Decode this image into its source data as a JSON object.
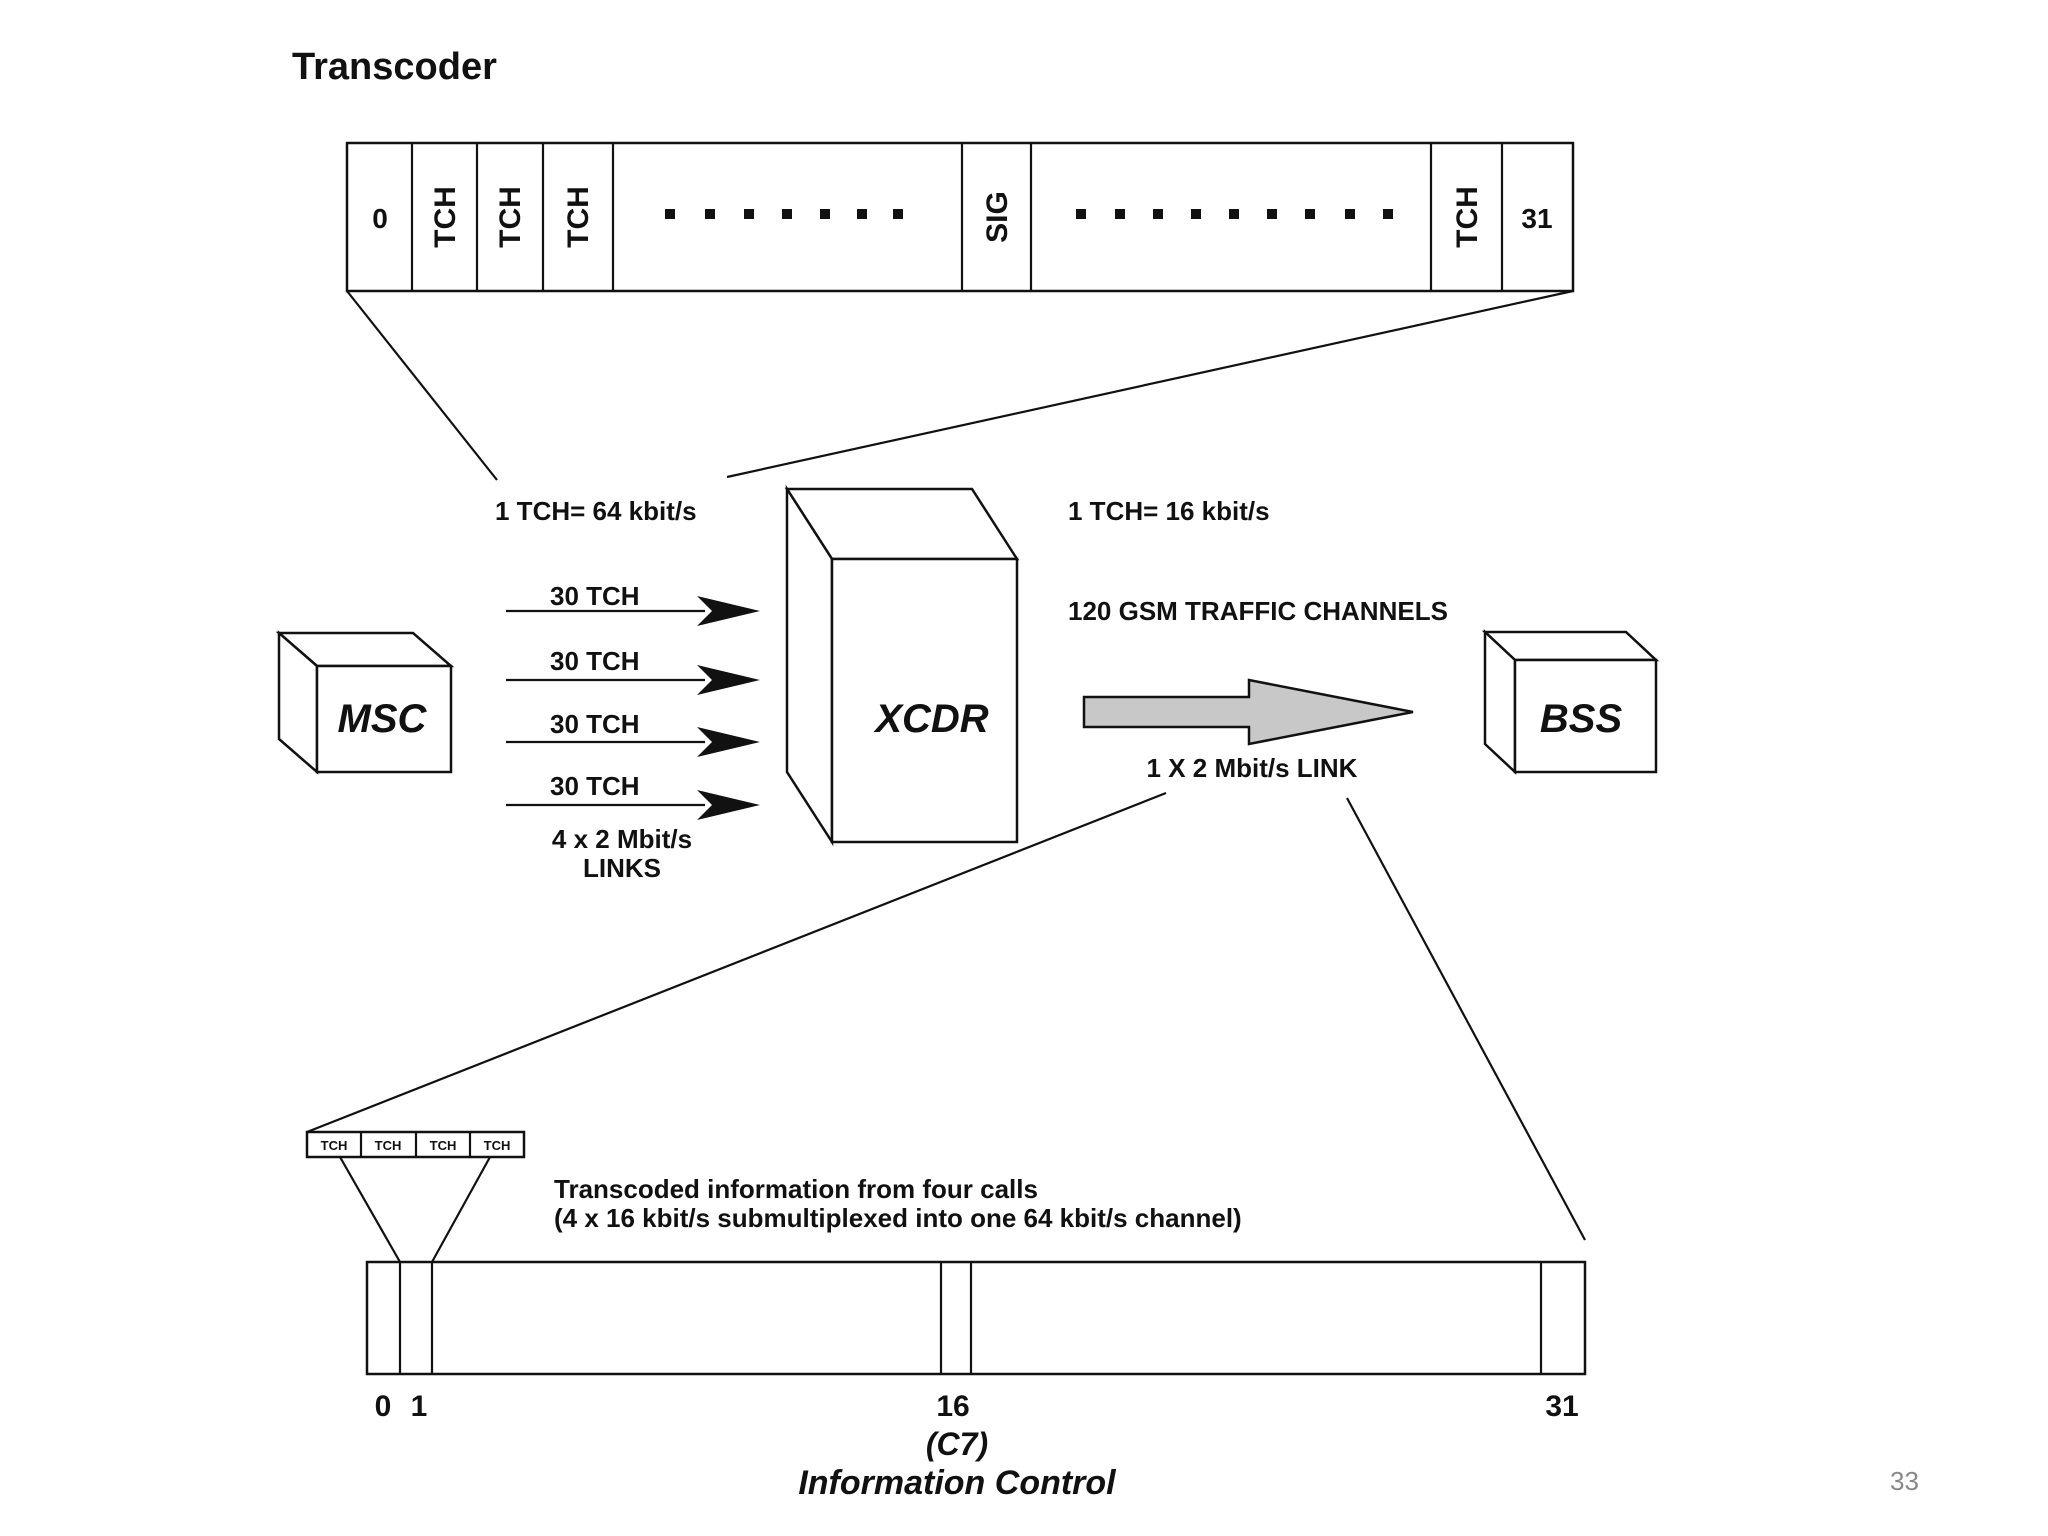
{
  "title": "Transcoder",
  "top_frame": {
    "slots": [
      "0",
      "TCH",
      "TCH",
      "TCH",
      "SIG",
      "TCH",
      "31"
    ]
  },
  "left_label": {
    "rate": "1 TCH= 64 kbit/s",
    "arrows": [
      "30 TCH",
      "30 TCH",
      "30 TCH",
      "30 TCH"
    ],
    "links_line1": "4 x 2 Mbit/s",
    "links_line2": "LINKS"
  },
  "msc_label": "MSC",
  "xcdr_label": "XCDR",
  "bss_label": "BSS",
  "right_label": {
    "rate": "1 TCH= 16 kbit/s",
    "channels": "120 GSM TRAFFIC CHANNELS",
    "link": "1 X 2 Mbit/s LINK"
  },
  "sub_tch": [
    "TCH",
    "TCH",
    "TCH",
    "TCH"
  ],
  "bottom_note": {
    "line1": "Transcoded information from four calls",
    "line2": "(4 x 16 kbit/s submultiplexed into one 64 kbit/s channel)"
  },
  "bottom_frame": {
    "labels": [
      "0",
      "1",
      "16",
      "31"
    ],
    "c7": "(C7)",
    "caption": "Information Control"
  },
  "slide_number": "33",
  "colors": {
    "ink": "#111111",
    "arrow_fill": "#c8c8c8",
    "slide_number": "#888888"
  }
}
